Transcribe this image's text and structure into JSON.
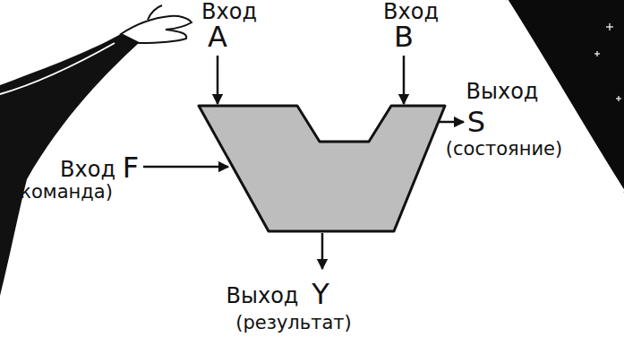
{
  "diagram": {
    "labels": [
      "Вход",
      "A",
      "Вход",
      "B",
      "Выход",
      "S",
      "(состояние)",
      "Вход",
      "F",
      "(команда)",
      "Выход",
      "Y",
      "(результат)"
    ]
  }
}
